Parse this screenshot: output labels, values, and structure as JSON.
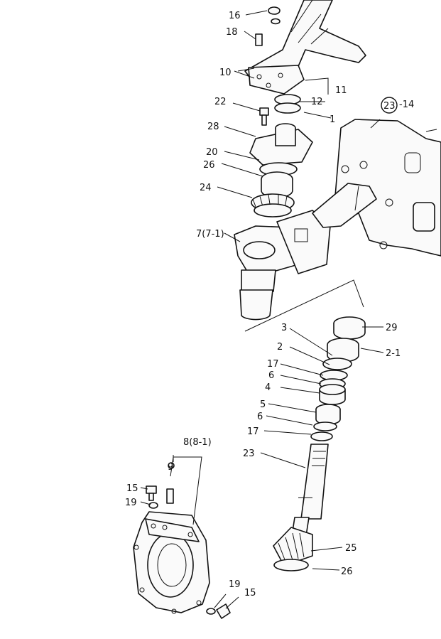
{
  "diagram": {
    "labels": {
      "l16": "16",
      "l18": "18",
      "l10": "10",
      "l11": "11",
      "l12": "12",
      "l22": "22",
      "l1": "1",
      "l23_14": "-14",
      "l23_circ": "23",
      "l28": "28",
      "l20": "20",
      "l26a": "26",
      "l24": "24",
      "l7": "7(7-1)",
      "l29": "29",
      "l3": "3",
      "l2": "2",
      "l2_1": "2-1",
      "l17a": "17",
      "l6a": "6",
      "l4": "4",
      "l5": "5",
      "l6b": "6",
      "l17b": "17",
      "l23": "23",
      "l8": "8(8-1)",
      "l9": "9",
      "l15a": "15",
      "l19a": "19",
      "l25": "25",
      "l26b": "26",
      "l19b": "19",
      "l15b": "15"
    },
    "colors": {
      "ink": "#111111",
      "paper": "#ffffff"
    }
  }
}
